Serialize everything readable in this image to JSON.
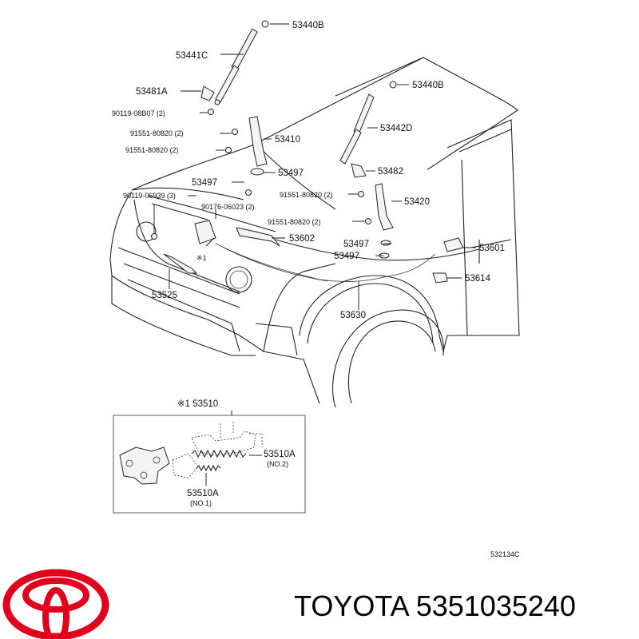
{
  "diagram": {
    "callouts": [
      "53440B",
      "53441C",
      "53481A",
      "90119-08B07 (2)",
      "91551-80820 (2)",
      "53410",
      "91551-80820 (2)",
      "53497",
      "53440B",
      "53442D",
      "53482",
      "53497",
      "90119-06939 (3)",
      "91551-80820 (2)",
      "53420",
      "90176-06023 (2)",
      "91551-80820 (2)",
      "53602",
      "53497",
      "53601",
      "53497",
      "53614",
      "53525",
      "53630"
    ],
    "inset": {
      "header": "※1 53510",
      "sub_a": {
        "part": "53510A",
        "note": "(NO.2)"
      },
      "sub_b": {
        "part": "53510A",
        "note": "(NO.1)"
      }
    },
    "mark": "※1",
    "figure_code": "532134C"
  },
  "brand": {
    "name": "TOYOTA",
    "part_number": "5351035240",
    "logo_color": "#e0001b"
  }
}
